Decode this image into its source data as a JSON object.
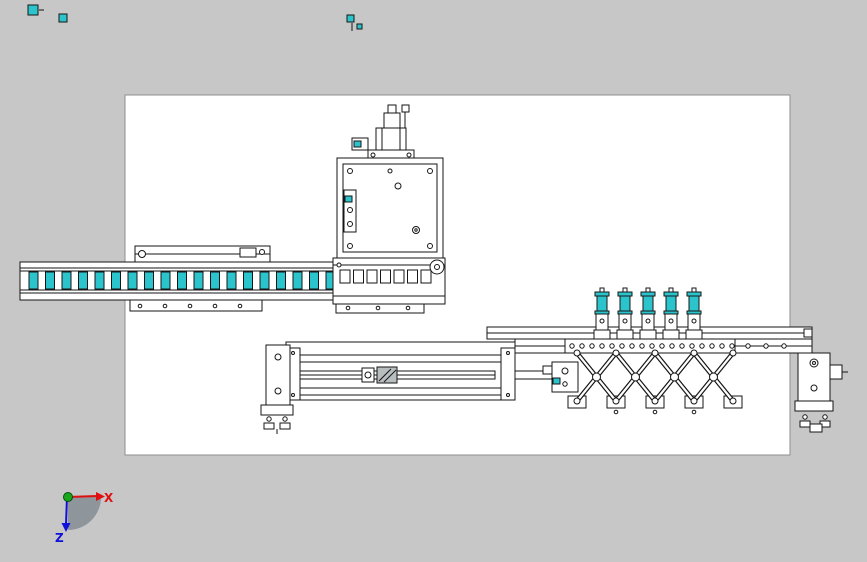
{
  "viewport": {
    "triad": {
      "x_label": "X",
      "z_label": "Z"
    }
  },
  "colors": {
    "bg": "#c7c7c7",
    "sheet": "#ffffff",
    "sheetedge": "#8f8f8f",
    "line": "#161616",
    "cyan": "#2cc4cc",
    "hatch": "#b8bdc0",
    "disc": "#8e959b",
    "axisx": "#e01010",
    "axisz": "#1010dc",
    "origin": "#17a61c"
  },
  "drawing": {
    "conveyor_segment_count": 19,
    "spool_count": 5,
    "scissor_bay_count": 4,
    "scissor_rail_screw_count": 17
  }
}
